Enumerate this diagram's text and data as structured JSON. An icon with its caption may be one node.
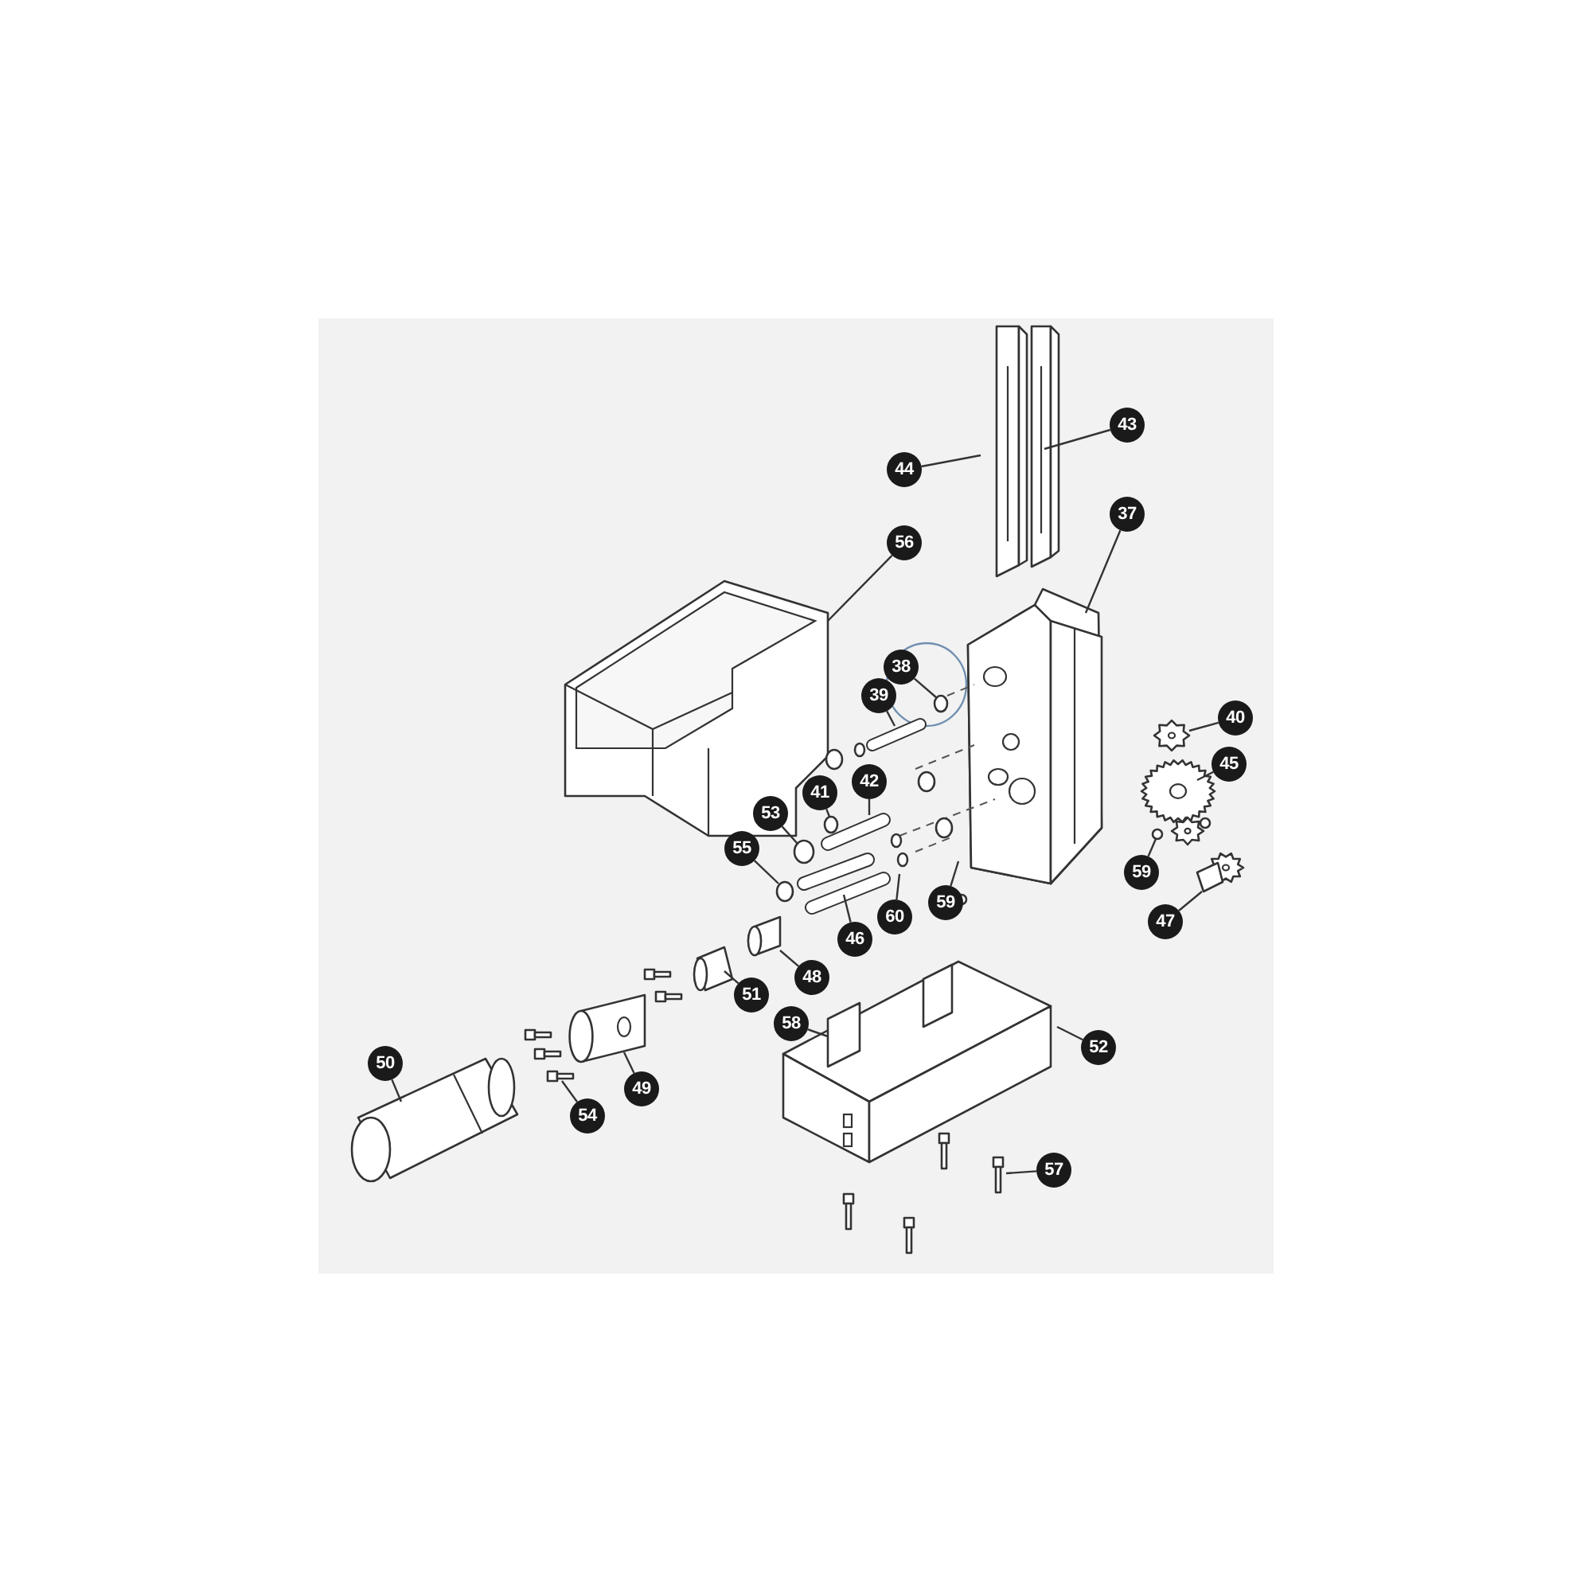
{
  "diagram": {
    "nodes": [
      {
        "text": [
          "43"
        ]
      },
      {
        "text": [
          "44"
        ]
      },
      {
        "text": [
          "37"
        ]
      },
      {
        "text": [
          "56"
        ]
      },
      {
        "text": [
          "38"
        ]
      },
      {
        "text": [
          "39"
        ]
      },
      {
        "text": [
          "40"
        ]
      },
      {
        "text": [
          "45"
        ]
      },
      {
        "text": [
          "42"
        ]
      },
      {
        "text": [
          "41"
        ]
      },
      {
        "text": [
          "53"
        ]
      },
      {
        "text": [
          "55"
        ]
      },
      {
        "text": [
          "59"
        ]
      },
      {
        "text": [
          "59"
        ]
      },
      {
        "text": [
          "60"
        ]
      },
      {
        "text": [
          "47"
        ]
      },
      {
        "text": [
          "46"
        ]
      },
      {
        "text": [
          "48"
        ]
      },
      {
        "text": [
          "51"
        ]
      },
      {
        "text": [
          "58"
        ]
      },
      {
        "text": [
          "52"
        ]
      },
      {
        "text": [
          "50"
        ]
      },
      {
        "text": [
          "49"
        ]
      },
      {
        "text": [
          "54"
        ]
      },
      {
        "text": [
          "57"
        ]
      },
      {
        "text": [],
        "shape": "circle"
      },
      {
        "text": [],
        "shape": "gear"
      },
      {
        "text": [],
        "shape": "circle"
      },
      {
        "text": [],
        "shape": "circle"
      },
      {
        "text": [],
        "shape": "circle"
      },
      {
        "text": [],
        "shape": "circle"
      },
      {
        "text": [],
        "shape": "gear"
      },
      {
        "text": [],
        "shape": "cylinder"
      },
      {
        "text": [],
        "shape": "cylinder"
      },
      {
        "text": [],
        "shape": "bolt"
      },
      {
        "text": [],
        "shape": "box"
      }
    ],
    "edges": [
      {
        "from": 0,
        "to": null,
        "arrow": "none"
      },
      {
        "from": 1,
        "to": null,
        "arrow": "none"
      },
      {
        "from": 2,
        "to": null,
        "arrow": "none"
      },
      {
        "from": 3,
        "to": null,
        "arrow": "none"
      },
      {
        "from": 4,
        "to": 25,
        "arrow": "none"
      },
      {
        "from": 5,
        "to": null,
        "arrow": "none"
      },
      {
        "from": 6,
        "to": 26,
        "arrow": "none"
      },
      {
        "from": 7,
        "to": null,
        "arrow": "none"
      },
      {
        "from": 8,
        "to": null,
        "arrow": "none"
      },
      {
        "from": 9,
        "to": 27,
        "arrow": "none"
      },
      {
        "from": 10,
        "to": 28,
        "arrow": "none"
      },
      {
        "from": 11,
        "to": 29,
        "arrow": "none"
      },
      {
        "from": 12,
        "to": null,
        "arrow": "none"
      },
      {
        "from": 13,
        "to": 30,
        "arrow": "none"
      },
      {
        "from": 14,
        "to": null,
        "arrow": "none"
      },
      {
        "from": 15,
        "to": 31,
        "arrow": "none"
      },
      {
        "from": 16,
        "to": null,
        "arrow": "none"
      },
      {
        "from": 17,
        "to": 32,
        "arrow": "none"
      },
      {
        "from": 18,
        "to": null,
        "arrow": "none"
      },
      {
        "from": 19,
        "to": 35,
        "arrow": "none"
      },
      {
        "from": 20,
        "to": null,
        "arrow": "none"
      },
      {
        "from": 21,
        "to": null,
        "arrow": "none"
      },
      {
        "from": 22,
        "to": 33,
        "arrow": "none"
      },
      {
        "from": 23,
        "to": 34,
        "arrow": "none"
      },
      {
        "from": 24,
        "to": null,
        "arrow": "none"
      }
    ]
  }
}
